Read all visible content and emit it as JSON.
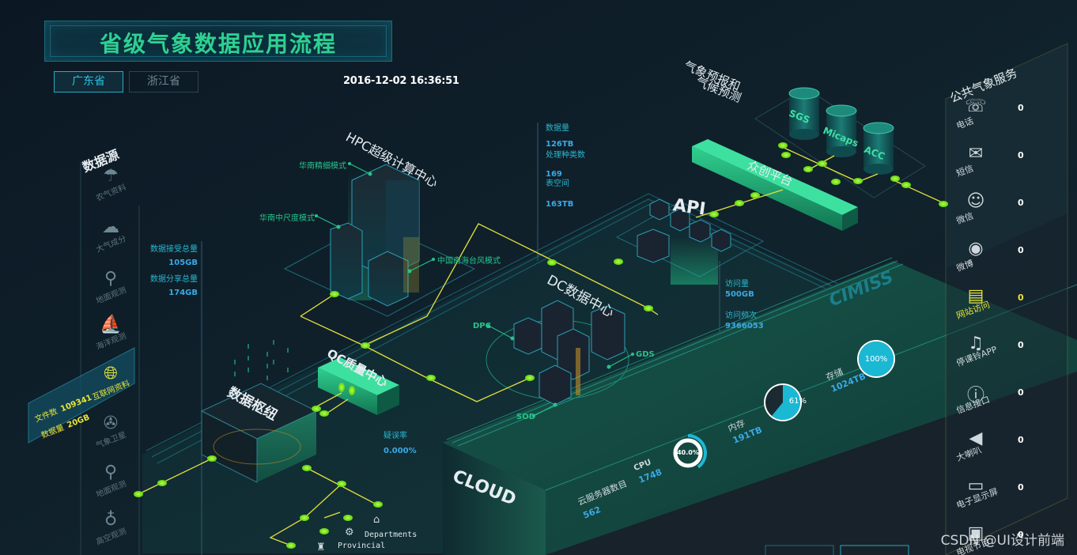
{
  "header": {
    "title": "省级气象数据应用流程",
    "tabs": [
      {
        "label": "广东省",
        "active": true
      },
      {
        "label": "浙江省",
        "active": false
      }
    ],
    "datetime": "2016-12-02 16:36:51"
  },
  "data_sources": {
    "title": "数据源",
    "items": [
      {
        "label": "农气资料",
        "icon": "farm-weather-icon",
        "highlight": false
      },
      {
        "label": "大气成分",
        "icon": "atmosphere-icon",
        "highlight": false
      },
      {
        "label": "地面观测",
        "icon": "telescope-icon",
        "highlight": false
      },
      {
        "label": "海洋观测",
        "icon": "ocean-icon",
        "highlight": false
      },
      {
        "label": "互联网资料",
        "icon": "globe-icon",
        "highlight": true
      },
      {
        "label": "气象卫星",
        "icon": "satellite-icon",
        "highlight": false
      },
      {
        "label": "地面观测",
        "icon": "telescope-icon",
        "highlight": false
      },
      {
        "label": "高空观测",
        "icon": "balloon-icon",
        "highlight": false
      }
    ],
    "internet_stats": {
      "file_count_label": "文件数",
      "file_count": "109341",
      "data_volume_label": "数据量",
      "data_volume": "20GB"
    }
  },
  "hub_stats": {
    "received_label": "数据接受总量",
    "received_value": "105GB",
    "shared_label": "数据分享总量",
    "shared_value": "174GB"
  },
  "hpc": {
    "title": "HPC超级计算中心",
    "models": [
      "华南精细模式",
      "华南中尺度模式",
      "中国南海台风模式"
    ]
  },
  "dc_stats": {
    "volume_label": "数据量",
    "volume_value": "126TB",
    "types_label": "处理种类数",
    "types_value": "169",
    "space_label": "表空间",
    "space_value": "163TB"
  },
  "dc": {
    "title": "DC数据中心",
    "nodes": [
      "DPC",
      "GDS",
      "SOD"
    ]
  },
  "api": {
    "title": "API",
    "visits_label": "访问量",
    "visits_value": "500GB",
    "frequency_label": "访问频次",
    "frequency_value": "9366053"
  },
  "hub": {
    "title": "数据枢纽"
  },
  "qc": {
    "title": "QC质量中心",
    "error_label": "疑误率",
    "error_value": "0.000%"
  },
  "forecast": {
    "title_line1": "气象预报和",
    "title_line2": "气候预测",
    "systems": [
      "SGS",
      "Micaps",
      "ACC"
    ]
  },
  "platform": {
    "title": "众创平台"
  },
  "cimiss_label": "CIMISS",
  "cloud": {
    "title": "CLOUD",
    "servers_label": "云服务器数目",
    "servers_value": "562",
    "cpu_label": "CPU",
    "cpu_value": "1748",
    "cpu_usage": "40.0%",
    "cpu_usage_fraction": 0.4,
    "memory_label": "内存",
    "memory_value": "191TB",
    "memory_usage": "61%",
    "memory_usage_fraction": 0.61,
    "storage_label": "存储",
    "storage_value": "1024TB",
    "storage_usage": "100%",
    "storage_usage_fraction": 1.0
  },
  "public_services": {
    "title": "公共气象服务",
    "items": [
      {
        "label": "电话",
        "count": "0",
        "icon": "phone-icon",
        "highlight": false
      },
      {
        "label": "短信",
        "count": "0",
        "icon": "sms-icon",
        "highlight": false
      },
      {
        "label": "微信",
        "count": "0",
        "icon": "wechat-icon",
        "highlight": false
      },
      {
        "label": "微博",
        "count": "0",
        "icon": "weibo-icon",
        "highlight": false
      },
      {
        "label": "网站访问",
        "count": "0",
        "icon": "website-icon",
        "highlight": true
      },
      {
        "label": "停课铃APP",
        "count": "0",
        "icon": "bell-icon",
        "highlight": false
      },
      {
        "label": "信息接口",
        "count": "0",
        "icon": "info-icon",
        "highlight": false
      },
      {
        "label": "大喇叭",
        "count": "0",
        "icon": "speaker-icon",
        "highlight": false
      },
      {
        "label": "电子显示屏",
        "count": "0",
        "icon": "display-icon",
        "highlight": false
      },
      {
        "label": "电视节目",
        "count": "0",
        "icon": "tv-icon",
        "highlight": false
      }
    ]
  },
  "legend": {
    "departments": "Departments",
    "provincial": "Provincial"
  },
  "watermark": "CSDN @UI设计前端",
  "colors": {
    "accent_green": "#2ed192",
    "node_green": "#7cf21a",
    "link_yellow": "#e4e23a",
    "value_blue": "#3aa9e6",
    "highlight_yellow": "#e7e43b",
    "ring_cyan": "#1bb8d4"
  }
}
